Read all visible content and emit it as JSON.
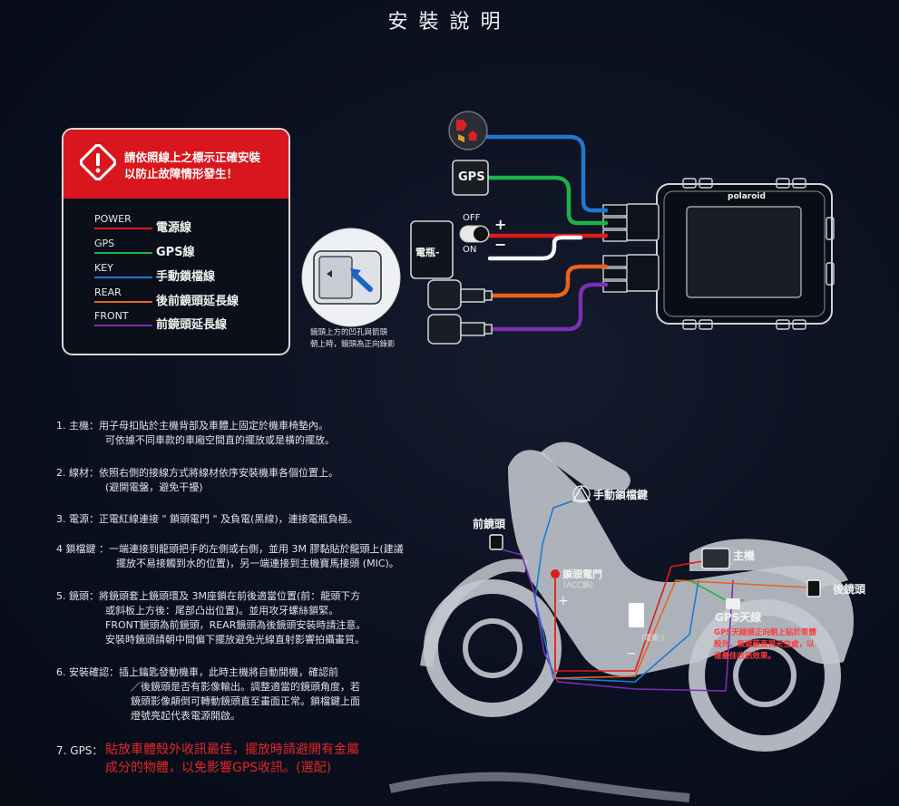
{
  "title": "安裝說明",
  "warning": {
    "line1": "請依照線上之標示正確安裝",
    "line2": "以防止故障情形發生！"
  },
  "legend": [
    {
      "en": "POWER",
      "zh": "電源線",
      "color": "#e01a1a"
    },
    {
      "en": "GPS",
      "zh": "GPS線",
      "color": "#1fb24a"
    },
    {
      "en": "KEY",
      "zh": "手動鎖檔線",
      "color": "#1e78d2"
    },
    {
      "en": "REAR",
      "zh": "後前鏡頭延長線",
      "color": "#e8641c"
    },
    {
      "en": "FRONT",
      "zh": "前鏡頭延長線",
      "color": "#7b2fb5"
    }
  ],
  "wiring": {
    "gps_label": "GPS",
    "switch_off": "OFF",
    "switch_on": "ON",
    "plus": "+",
    "minus": "−",
    "battery_label": "電瓶-",
    "brand": "polaroid",
    "lens_note_1": "鏡頭上方的凹孔與箭頭",
    "lens_note_2": "朝上時，鏡頭為正向錄影"
  },
  "steps": [
    {
      "lines": [
        "1. 主機：用子母扣貼於主機背部及車體上固定於機車椅墊內。",
        "可依據不同車款的車廂空間直的擺放或是橫的擺放。"
      ]
    },
    {
      "lines": [
        "2. 線材：依照右側的接線方式將線材依序安裝機車各個位置上。",
        "(避開電盤，避免干擾)"
      ]
    },
    {
      "lines": [
        "3. 電源：正電紅線連接 \" 鎖頭電門 \" 及負電(黑線)，連接電瓶負極。"
      ]
    },
    {
      "lines": [
        "4 鎖檔鍵 ：一端連接到龍頭把手的左側或右側，並用 3M 膠黏貼於龍頭上(建議",
        "擺放不易接觸到水的位置)，另一端連接到主機寶馬接頭 (MIC)。"
      ]
    },
    {
      "lines": [
        "5. 鏡頭：將鏡頭套上鏡頭環及 3M座鎖在前後適當位置(前：龍頭下方",
        "或斜板上方後：尾部凸出位置)。並用攻牙螺絲鎖緊。",
        "FRONT鏡頭為前鏡頭，REAR鏡頭為後鏡頭安裝時請注意。",
        "安裝時鏡頭請朝中間偏下擺放避免光線直射影響拍攝畫質。"
      ]
    },
    {
      "lines": [
        "6. 安裝確認：插上鑰匙發動機車，此時主機將自動開機，確認前",
        "／後鏡頭是否有影像輸出。調整適當的鏡頭角度，若",
        "鏡頭影像顛倒可轉動鏡頭直至畫面正常。鎖檔鍵上面",
        "燈號亮起代表電源開啟。"
      ]
    }
  ],
  "gps_step": {
    "label": "7. GPS：",
    "line1": "貼放車體殼外收訊最佳，擺放時請避開有金屬",
    "line2": "成分的物體，以免影響GPS收訊。(選配)"
  },
  "scooter": {
    "lock_button": "手動鎖檔鍵",
    "front_camera": "前鏡頭",
    "main_unit": "主機",
    "key_switch": "鎖頭電門",
    "acc": "(ACC鎖)",
    "plus": "+",
    "battery": "(電瓶-)",
    "minus": "−",
    "rear_camera": "後鏡頭",
    "gps_antenna": "GPS天線",
    "gps_note_1": "GPS天線請正向朝上貼於車體",
    "gps_note_2": "殼外，無遮蔽直視天空處，以",
    "gps_note_3": "達最佳收訊效果。"
  }
}
